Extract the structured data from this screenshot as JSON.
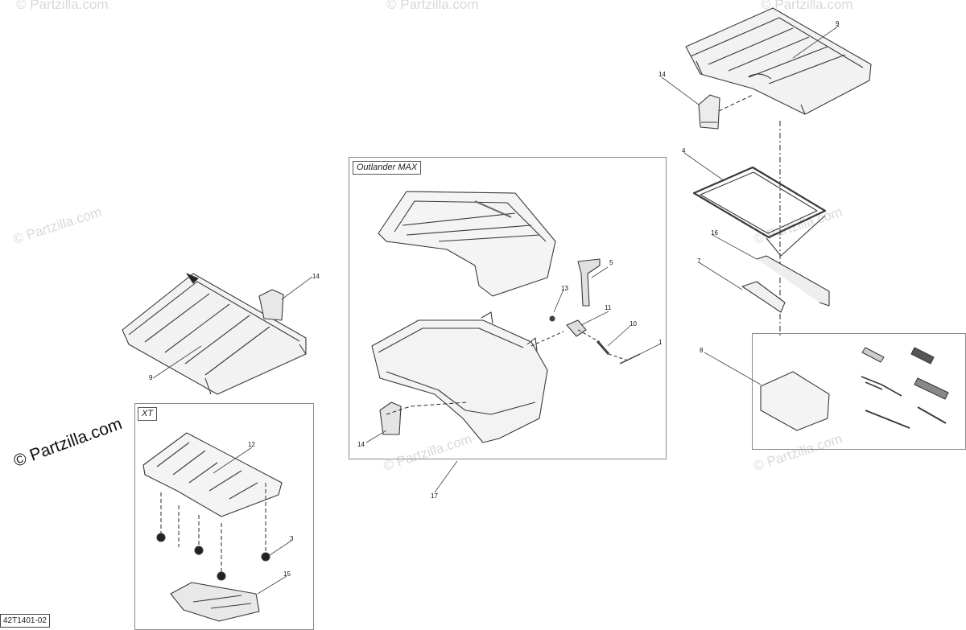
{
  "diagram_code": "42T1401-02",
  "boxes": {
    "outlander_label": "Outlander MAX",
    "xt_label": "XT"
  },
  "watermark": {
    "brand": "© Partzilla.com"
  },
  "callouts": {
    "c1": "1",
    "c3": "3",
    "c4": "4",
    "c5": "5",
    "c7": "7",
    "c8": "8",
    "c9_top": "9",
    "c9_left": "9",
    "c10": "10",
    "c11": "11",
    "c12": "12",
    "c13": "13",
    "c14_top": "14",
    "c14_left": "14",
    "c14_mid": "14",
    "c15": "15",
    "c16": "16",
    "c17": "17"
  },
  "colors": {
    "line": "#3a3a3a",
    "shade": "#e6e6e6",
    "dark": "#222222",
    "watermark": "#d9d9d9"
  }
}
